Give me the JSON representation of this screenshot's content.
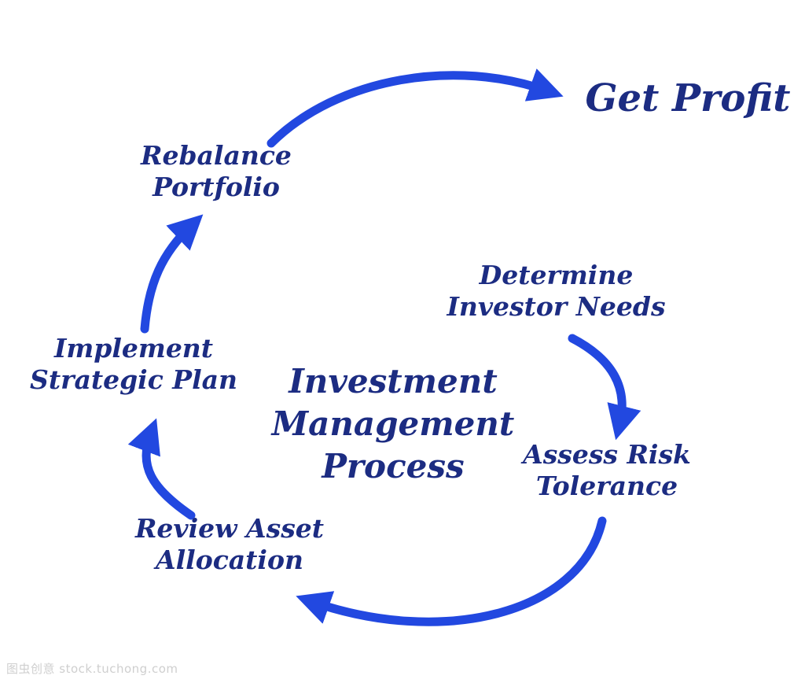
{
  "center": {
    "line1": "Investment",
    "line2": "Management",
    "line3": "Process"
  },
  "nodes": {
    "get_profit": {
      "label": "Get Profit"
    },
    "rebalance": {
      "line1": "Rebalance",
      "line2": "Portfolio"
    },
    "determine": {
      "line1": "Determine",
      "line2": "Investor Needs"
    },
    "assess": {
      "line1": "Assess Risk",
      "line2": "Tolerance"
    },
    "review": {
      "line1": "Review Asset",
      "line2": "Allocation"
    },
    "implement": {
      "line1": "Implement",
      "line2": "Strategic Plan"
    }
  },
  "colors": {
    "arrow": "#2248e0",
    "text": "#1c2c82"
  },
  "watermark": "图虫创意 stock.tuchong.com"
}
